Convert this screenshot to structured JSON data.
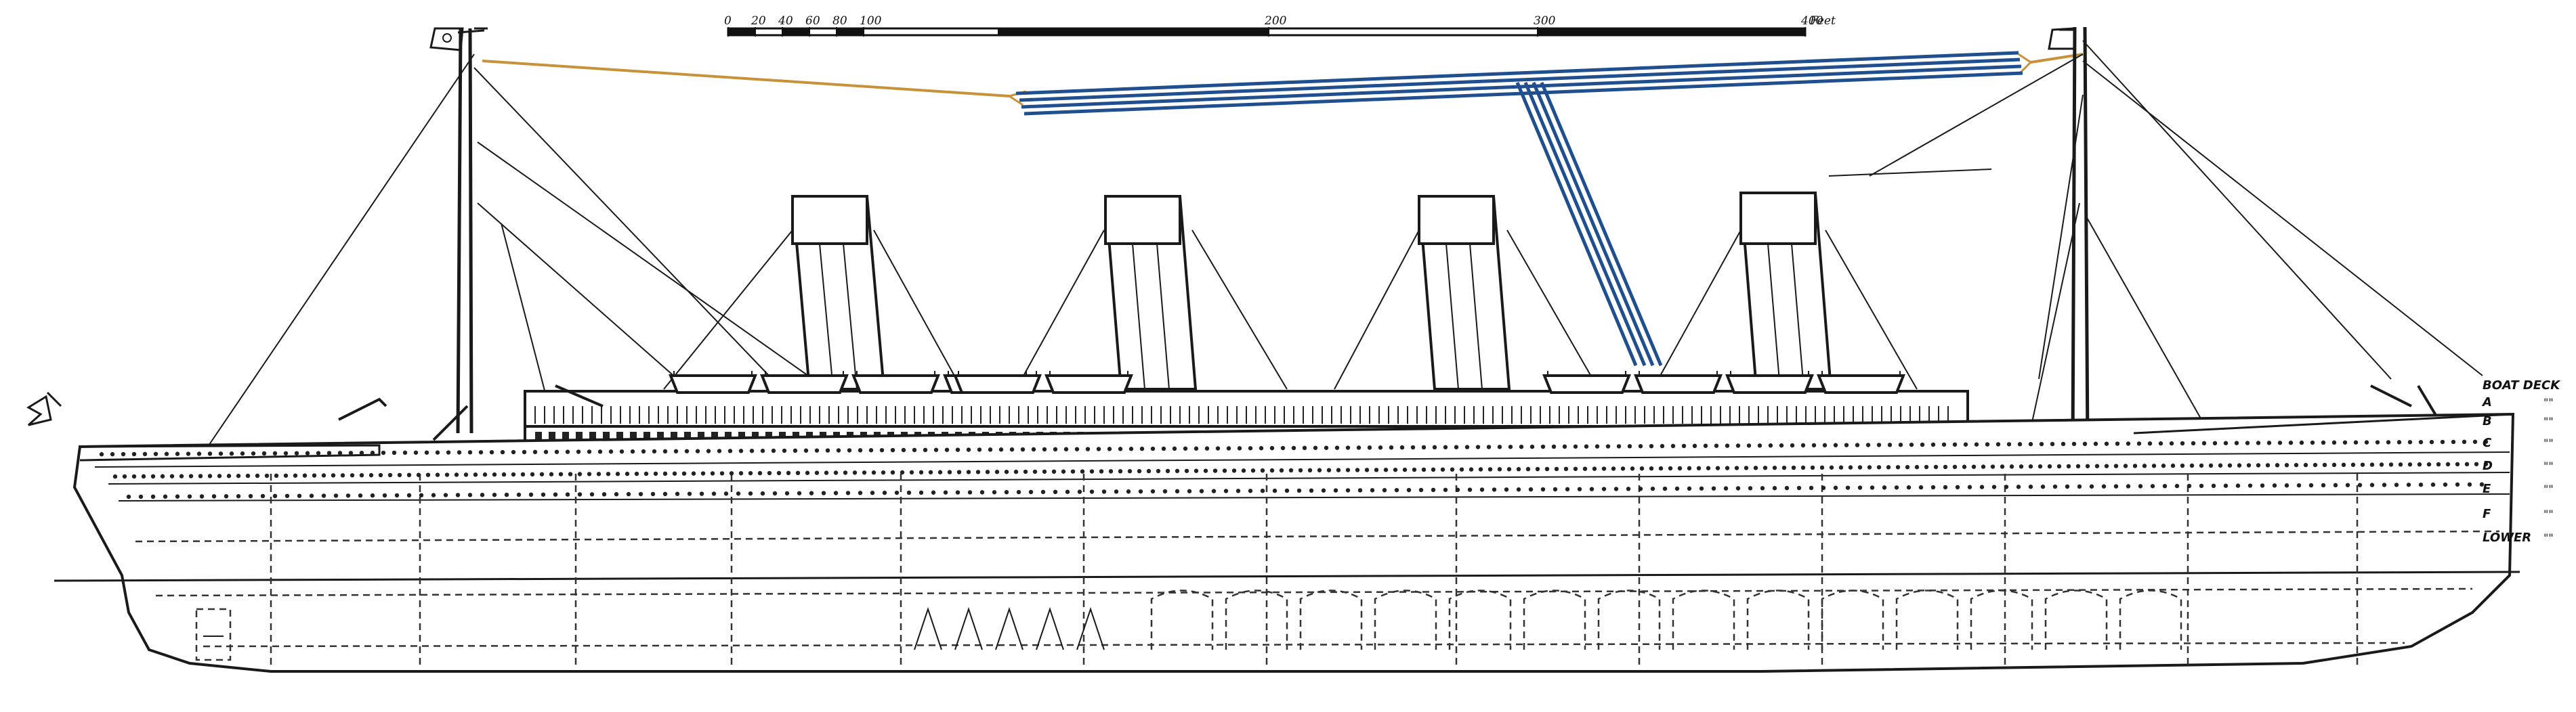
{
  "scale_bar": {
    "ticks": [
      "0",
      "20",
      "40",
      "60",
      "80",
      "100",
      "200",
      "300",
      "400"
    ],
    "unit": "Feet"
  },
  "deck_labels": [
    {
      "name": "BOAT DECK",
      "ditto": ""
    },
    {
      "name": "A",
      "ditto": "\""
    },
    {
      "name": "B",
      "ditto": "\""
    },
    {
      "name": "C",
      "ditto": "\""
    },
    {
      "name": "D",
      "ditto": "\""
    },
    {
      "name": "E",
      "ditto": "\""
    },
    {
      "name": "F",
      "ditto": "\""
    },
    {
      "name": "LOWER",
      "ditto": "\""
    }
  ],
  "colors": {
    "ink": "#1a1a1a",
    "antenna_lead": "#c8923a",
    "wireless_aerial": "#1f4f8f",
    "background": "#ffffff"
  },
  "elements": {
    "funnels": 4,
    "masts": 2,
    "flags": 3
  }
}
